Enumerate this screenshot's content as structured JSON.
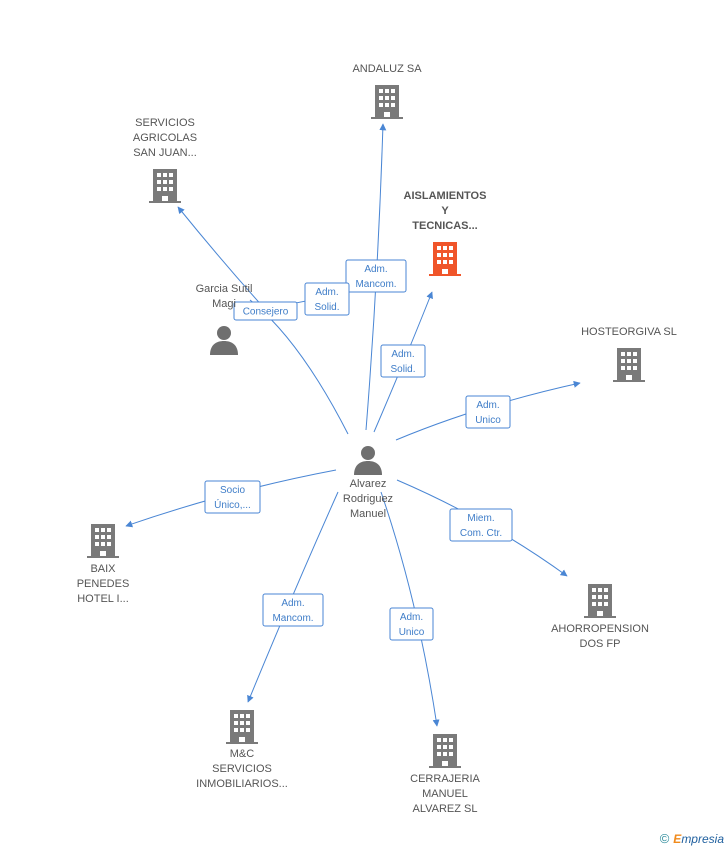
{
  "colors": {
    "edge": "#4a86d4",
    "company": "#7a7a7a",
    "focus": "#f0552a",
    "person": "#6f6f6f",
    "label": "#555555"
  },
  "nodes": [
    {
      "id": "andaluz",
      "type": "company",
      "lines": [
        "ANDALUZ SA"
      ]
    },
    {
      "id": "servicios",
      "type": "company",
      "lines": [
        "SERVICIOS",
        "AGRICOLAS",
        "SAN JUAN..."
      ]
    },
    {
      "id": "aislamientos",
      "type": "focus",
      "lines": [
        "AISLAMIENTOS",
        "Y",
        "TECNICAS..."
      ]
    },
    {
      "id": "garcia",
      "type": "person",
      "lines": [
        "Garcia Sutil",
        "Magi"
      ]
    },
    {
      "id": "hosteorgiva",
      "type": "company",
      "lines": [
        "HOSTEORGIVA SL"
      ]
    },
    {
      "id": "alvarez",
      "type": "person",
      "lines": [
        "Alvarez",
        "Rodriguez",
        "Manuel"
      ]
    },
    {
      "id": "baix",
      "type": "company",
      "lines": [
        "BAIX",
        "PENEDES",
        "HOTEL I..."
      ]
    },
    {
      "id": "ahorropension",
      "type": "company",
      "lines": [
        "AHORROPENSION",
        "DOS FP"
      ]
    },
    {
      "id": "mc",
      "type": "company",
      "lines": [
        "M&C",
        "SERVICIOS",
        "INMOBILIARIOS..."
      ]
    },
    {
      "id": "cerrajeria",
      "type": "company",
      "lines": [
        "CERRAJERIA",
        "MANUEL",
        "ALVAREZ SL"
      ]
    }
  ],
  "edges": [
    {
      "from": "garcia",
      "to": "servicios",
      "label": [
        "Consejero"
      ]
    },
    {
      "from": "garcia",
      "to": "aislamientos",
      "label": [
        "Adm.",
        "Mancom."
      ]
    },
    {
      "from": "alvarez",
      "to": "andaluz",
      "label": [
        "Adm.",
        "Solid."
      ]
    },
    {
      "from": "alvarez",
      "to": "aislamientos",
      "label": [
        "Adm.",
        "Solid."
      ]
    },
    {
      "from": "alvarez",
      "to": "hosteorgiva",
      "label": [
        "Adm.",
        "Unico"
      ]
    },
    {
      "from": "alvarez",
      "to": "baix",
      "label": [
        "Socio",
        "Único,..."
      ]
    },
    {
      "from": "alvarez",
      "to": "ahorropension",
      "label": [
        "Miem.",
        "Com. Ctr."
      ]
    },
    {
      "from": "alvarez",
      "to": "mc",
      "label": [
        "Adm.",
        "Mancom."
      ]
    },
    {
      "from": "alvarez",
      "to": "cerrajeria",
      "label": [
        "Adm.",
        "Unico"
      ]
    },
    {
      "from": "alvarez",
      "to": "servicios",
      "label": []
    }
  ],
  "watermark": {
    "copyright": "©",
    "brand_first": "E",
    "brand_rest": "mpresia"
  }
}
